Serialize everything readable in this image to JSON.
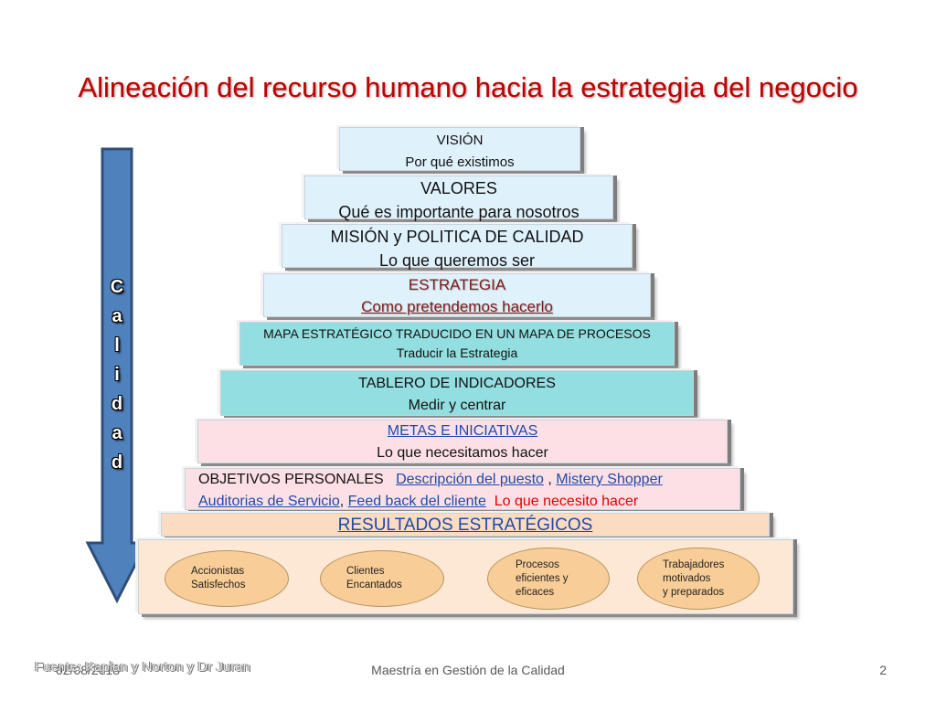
{
  "slide": {
    "title": "Alineación del recurso humano hacia la estrategia del negocio"
  },
  "arrow": {
    "letters": [
      "C",
      "a",
      "l",
      "i",
      "d",
      "a",
      "d"
    ],
    "fill_color": "#4f81bd"
  },
  "pyramid": {
    "vision": {
      "line1": "VISIÓN",
      "line2": "Por qué existimos"
    },
    "valores": {
      "line1": "VALORES",
      "line2": "Qué es importante para nosotros"
    },
    "mision": {
      "line1": "MISIÓN y POLITICA DE CALIDAD",
      "line2": "Lo que queremos ser"
    },
    "estrategia": {
      "line1": "ESTRATEGIA",
      "line2": "Como pretendemos hacerlo"
    },
    "mapa": {
      "line1": "MAPA ESTRATÉGICO TRADUCIDO EN UN MAPA DE PROCESOS",
      "line2": "Traducir la Estrategia"
    },
    "tablero": {
      "line1": "TABLERO DE INDICADORES",
      "line2": "Medir y centrar"
    },
    "metas": {
      "line1": "METAS E INICIATIVAS",
      "line2": "Lo que necesitamos hacer"
    },
    "objetivos": {
      "label": "OBJETIVOS PERSONALES",
      "link1": "Descripción del puesto",
      "sep1": " , ",
      "link2": "Mistery Shopper",
      "link3": "Auditorias de Servicio",
      "sep2": ", ",
      "link4": "Feed back del cliente",
      "red_text": "Lo que necesito hacer"
    },
    "resultados": {
      "label": "RESULTADOS ESTRATÉGICOS"
    },
    "outcomes": [
      "Accionistas\nSatisfechos",
      "Clientes\nEncantados",
      "Procesos\neficientes y\neficaces",
      "Trabajadores\nmotivados\ny preparados"
    ]
  },
  "footer": {
    "date": "02/08/2018",
    "source": "Fuente: Kaplan y Norton y Dr Juran",
    "center": "Maestría en Gestión de la Calidad",
    "page_number": "2"
  }
}
